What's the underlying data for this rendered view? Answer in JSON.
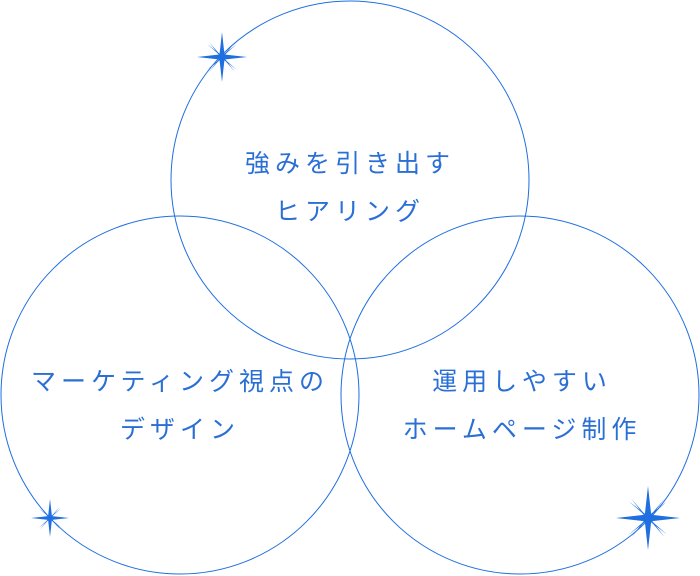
{
  "colors": {
    "accent": "#1f6fe0",
    "text": "#2a6fd6"
  },
  "circles": [
    {
      "id": "top",
      "lines": [
        "強みを引き出す",
        "ヒアリング"
      ]
    },
    {
      "id": "left",
      "lines": [
        "マーケティング視点の",
        "デザイン"
      ]
    },
    {
      "id": "right",
      "lines": [
        "運用しやすい",
        "ホームページ制作"
      ]
    }
  ],
  "icons": [
    "sparkle-icon",
    "sparkle-icon",
    "sparkle-icon"
  ]
}
